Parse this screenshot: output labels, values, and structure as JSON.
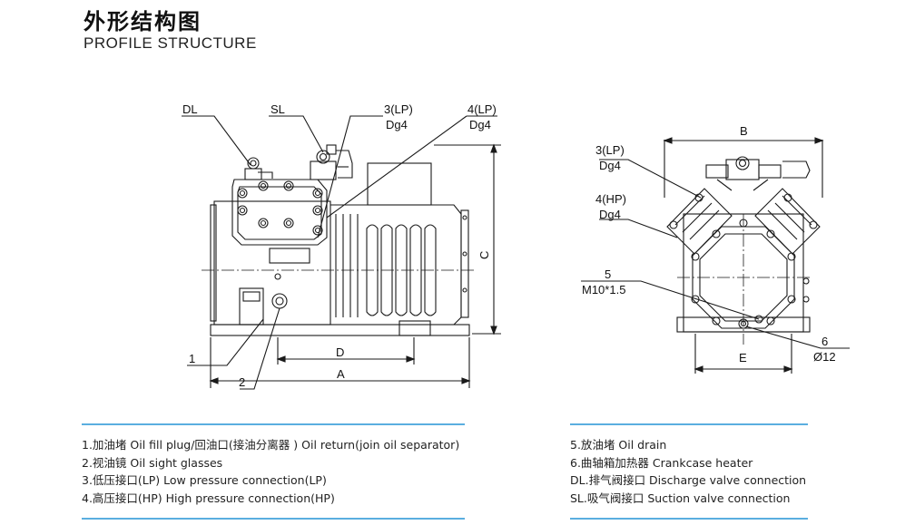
{
  "header": {
    "title_cn": "外形结构图",
    "title_en": "PROFILE STRUCTURE"
  },
  "side_view": {
    "labels": {
      "dl": "DL",
      "sl": "SL",
      "lp_port": "3(LP)",
      "lp_size": "Dg4",
      "hp_port": "4(LP)",
      "hp_size": "Dg4",
      "item1": "1",
      "item2": "2",
      "dim_a": "A",
      "dim_c": "C",
      "dim_d": "D"
    }
  },
  "end_view": {
    "labels": {
      "dim_b": "B",
      "lp_port": "3(LP)",
      "lp_size": "Dg4",
      "hp_port": "4(HP)",
      "hp_size": "Dg4",
      "item5": "5",
      "item5_thread": "M10*1.5",
      "item6": "6",
      "item6_dia": "Ø12",
      "dim_e": "E"
    }
  },
  "legend": {
    "left": [
      "1.加油堵 Oil fill plug/回油口(接油分离器 ) Oil return(join oil separator)",
      "2.视油镜 Oil sight glasses",
      "3.低压接口(LP) Low pressure connection(LP)",
      "4.高压接口(HP) High pressure connection(HP)"
    ],
    "right": [
      "5.放油堵 Oil drain",
      "6.曲轴箱加热器 Crankcase heater",
      "DL.排气阀接口 Discharge valve connection",
      "SL.吸气阀接口 Suction valve connection"
    ]
  },
  "colors": {
    "rule": "#5aaee0",
    "line": "#1a1a1a"
  }
}
